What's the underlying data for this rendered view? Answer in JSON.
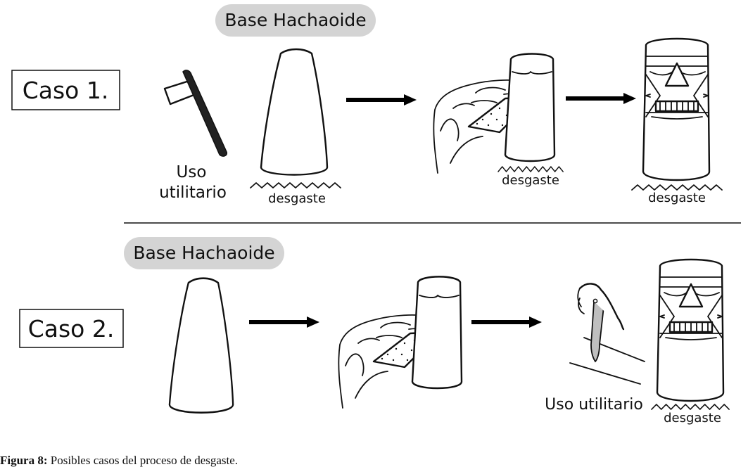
{
  "colors": {
    "pill": "#d4d4d4",
    "ink": "#111111",
    "arrow": "#000000",
    "background": "#ffffff"
  },
  "case1": {
    "label": "Caso 1.",
    "base_label": "Base Hachaoide",
    "tool_label_line1": "Uso",
    "tool_label_line2": "utilitario",
    "wear_label_1": "desgaste",
    "wear_label_2": "desgaste",
    "wear_label_3": "desgaste"
  },
  "case2": {
    "label": "Caso 2.",
    "base_label": "Base Hachaoide",
    "tool_label": "Uso utilitario",
    "wear_label": "desgaste"
  },
  "caption": {
    "figure_label": "Figura 8:",
    "text": " Posibles casos del proceso de desgaste."
  }
}
